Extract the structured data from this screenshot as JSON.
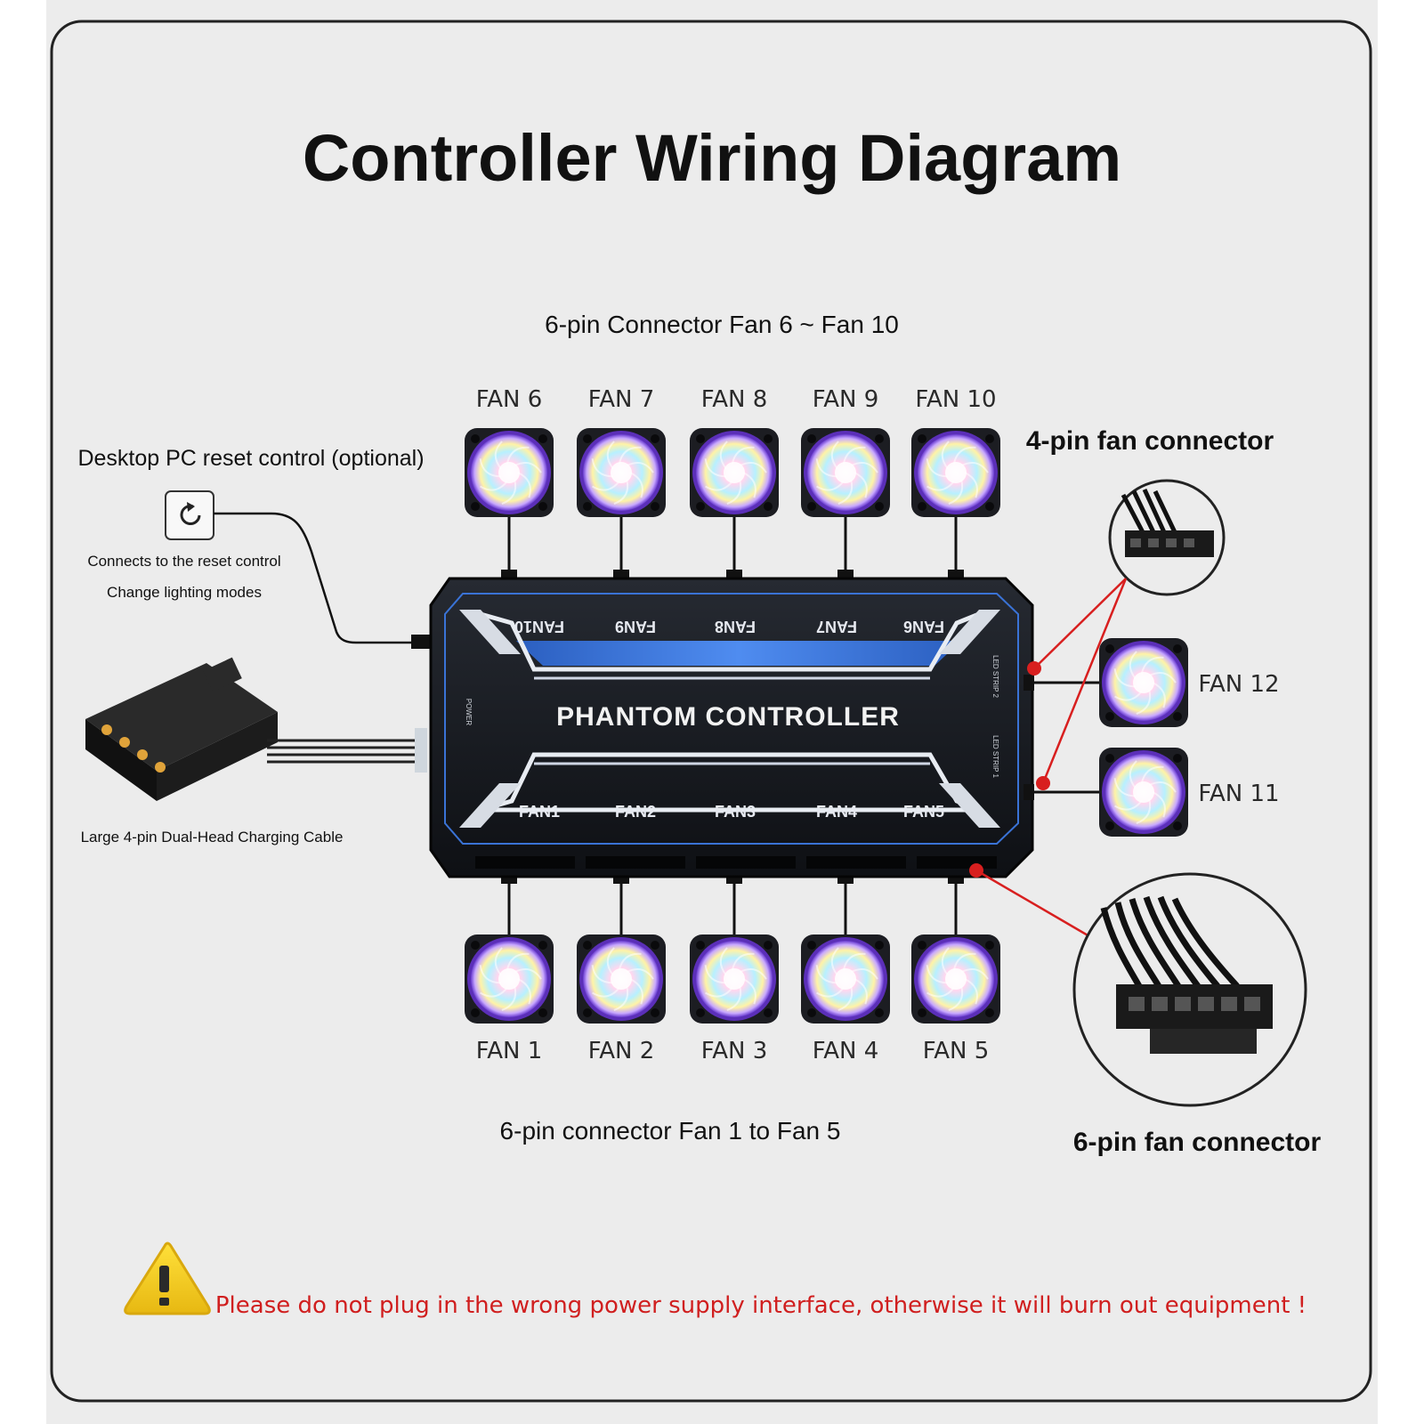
{
  "title": "Controller Wiring Diagram",
  "top_connector_heading": "6-pin Connector Fan 6 ~ Fan 10",
  "bottom_connector_heading": "6-pin connector Fan 1 to Fan 5",
  "top_fans": [
    "FAN 6",
    "FAN 7",
    "FAN 8",
    "FAN 9",
    "FAN 10"
  ],
  "bottom_fans": [
    "FAN 1",
    "FAN 2",
    "FAN 3",
    "FAN 4",
    "FAN 5"
  ],
  "side_fans": [
    "FAN 12",
    "FAN 11"
  ],
  "reset": {
    "heading": "Desktop PC reset control (optional)",
    "line1": "Connects to the reset control",
    "line2": "Change lighting modes"
  },
  "power_cable_label": "Large 4-pin Dual-Head Charging Cable",
  "four_pin_label": "4-pin fan connector",
  "six_pin_label": "6-pin fan connector",
  "controller": {
    "name": "PHANTOM CONTROLLER",
    "top_ports": [
      "FAN10",
      "FAN9",
      "FAN8",
      "FAN7",
      "FAN6"
    ],
    "bottom_ports": [
      "FAN1",
      "FAN2",
      "FAN3",
      "FAN4",
      "FAN5"
    ],
    "led_strip_2": "LED STRIP 2",
    "led_strip_1": "LED STRIP 1",
    "power": "POWER"
  },
  "warning": "Please do not plug in the wrong power supply interface, otherwise it will burn out equipment !",
  "colors": {
    "panel_bg": "#ececec",
    "controller_body": "#15171c",
    "accent_blue": "#3a73d6",
    "warning_red": "#d01f1f",
    "warning_yellow": "#f1cf18"
  }
}
